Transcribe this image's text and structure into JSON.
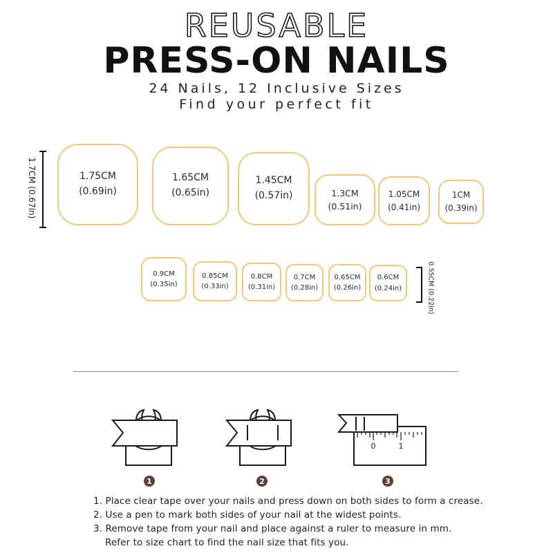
{
  "header": {
    "title_outline": "REUSABLE",
    "title_main": "PRESS-ON NAILS",
    "subtitle_1": "24 Nails, 12 Inclusive Sizes",
    "subtitle_2": "Find your perfect fit"
  },
  "accent_color": "#f2c77a",
  "step_badge_color": "#5a4036",
  "large_row": {
    "height_label": "1.7CM (0.67in)",
    "nails": [
      {
        "cm": "1.75CM",
        "inch": "(0.69in)"
      },
      {
        "cm": "1.65CM",
        "inch": "(0.65in)"
      },
      {
        "cm": "1.45CM",
        "inch": "(0.57in)"
      },
      {
        "cm": "1.3CM",
        "inch": "(0.51in)"
      },
      {
        "cm": "1.05CM",
        "inch": "(0.41in)"
      },
      {
        "cm": "1CM",
        "inch": "(0.39in)"
      }
    ]
  },
  "small_row": {
    "height_label": "0.55CM (0.22in)",
    "nails": [
      {
        "cm": "0.9CM",
        "inch": "(0.35in)"
      },
      {
        "cm": "0.85CM",
        "inch": "(0.33in)"
      },
      {
        "cm": "0.8CM",
        "inch": "(0.31in)"
      },
      {
        "cm": "0.7CM",
        "inch": "(0.28in)"
      },
      {
        "cm": "0.65CM",
        "inch": "(0.26in)"
      },
      {
        "cm": "0.6CM",
        "inch": "(0.24in)"
      }
    ]
  },
  "illustrations": {
    "step_badges": [
      "1",
      "2",
      "3"
    ],
    "ruler_labels": [
      "0",
      "1"
    ],
    "icons": [
      "tape-on-finger-icon",
      "marked-tape-on-finger-icon",
      "tape-on-ruler-icon"
    ]
  },
  "instructions": [
    "1. Place clear tape over your nails and press down on both sides to form a crease.",
    "2. Use a pen to mark both sides of your nail at the widest points.",
    "3. Remove tape from your nail and place against a ruler to measure in mm.",
    "Refer to size chart to find the nail size that fits you."
  ]
}
